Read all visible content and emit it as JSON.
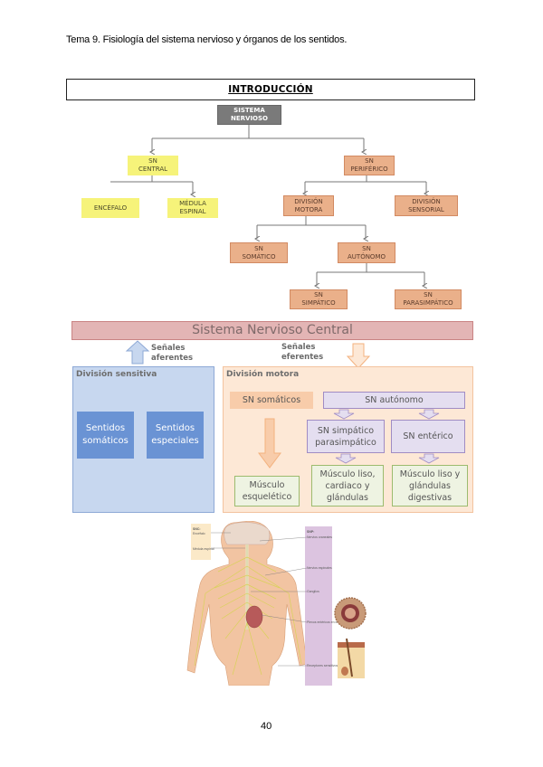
{
  "page": {
    "header_title": "Tema 9. Fisiología del sistema nervioso y órganos de los sentidos.",
    "section_title": "INTRODUCCIÓN",
    "page_number": "40"
  },
  "tree": {
    "root": "SISTEMA\nNERVIOSO",
    "sn_central": "SN\nCENTRAL",
    "encefalo": "ENCÉFALO",
    "medula": "MÉDULA\nESPINAL",
    "sn_periferico": "SN\nPERIFÉRICO",
    "division_motora": "DIVISIÓN\nMOTORA",
    "division_sensorial": "DIVISIÓN\nSENSORIAL",
    "sn_somatico": "SN\nSOMÁTICO",
    "sn_autonomo": "SN\nAUTÓNOMO",
    "sn_simpatico": "SN\nSIMPÁTICO",
    "sn_parasimpatico": "SN\nPARASIMPÁTICO"
  },
  "diagram2": {
    "snc_bar": "Sistema Nervioso Central",
    "afferent_label": "Señales\naferentes",
    "efferent_label": "Señales\neferentes",
    "sensory": {
      "title": "División sensitiva",
      "boxes": [
        "Sentidos\nsomáticos",
        "Sentidos\nespeciales"
      ]
    },
    "motor": {
      "title": "División motora",
      "sn_somaticos": "SN somáticos",
      "sn_autonomo": "SN autónomo",
      "sn_simp_parasimp": "SN simpático\nparasimpático",
      "sn_enterico": "SN entérico",
      "musculo_esqueletico": "Músculo\nesquelético",
      "musculo_liso_cardiaco": "Músculo liso,\ncardiaco y\nglándulas",
      "musculo_liso_digestivas": "Músculo liso y\nglándulas\ndigestivas"
    },
    "colors": {
      "snc_bar": "#e3b5b5",
      "sensory_panel": "#c7d7ef",
      "sensory_box": "#6a93d4",
      "motor_panel": "#fde8d6",
      "somatic_box": "#f8ccaa",
      "autonomic_box": "#e4def0",
      "effector_box": "#eef3e2"
    }
  },
  "illustration": {
    "snc_label": "SNC:",
    "snc_items": [
      "Encéfalo",
      "Médula espinal"
    ],
    "snp_label": "SNP:",
    "snp_items": [
      "Nervios craneales",
      "Nervios espinales",
      "Ganglios",
      "Plexos entéricos en el intestino delgado",
      "Receptores sensitivos en la piel"
    ]
  }
}
